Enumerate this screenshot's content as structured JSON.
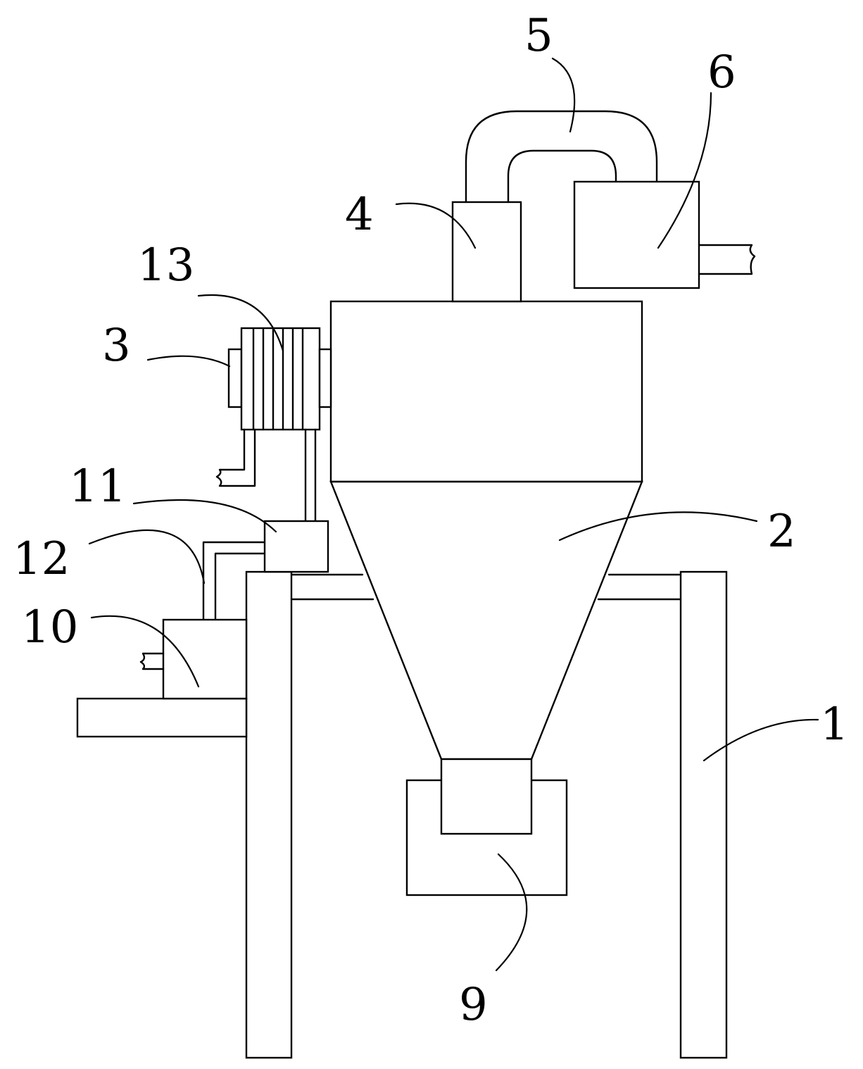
{
  "figure": {
    "labels": {
      "frame": "1",
      "separator": "2",
      "motor": "3",
      "inlet": "4",
      "pipe": "5",
      "dust_collector": "6",
      "collection_box": "9",
      "tank": "10",
      "pump": "11",
      "tube": "12",
      "cooler": "13"
    },
    "colors": {
      "stroke": "#000000",
      "background": "#ffffff"
    }
  }
}
